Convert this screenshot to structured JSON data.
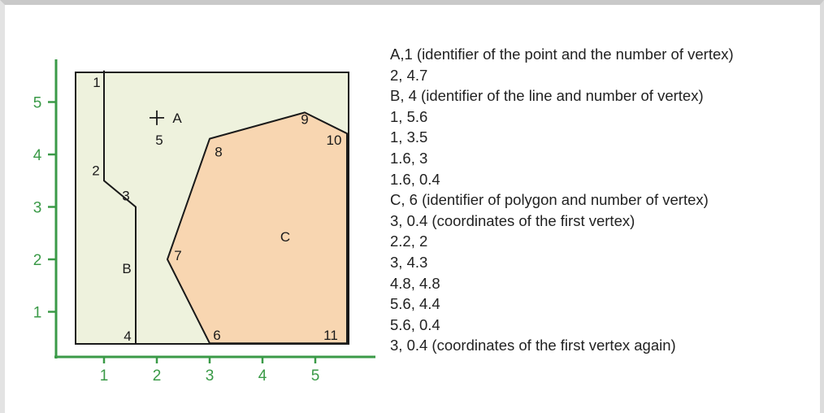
{
  "diagram": {
    "axis_color": "#3a9a47",
    "x_ticks": [
      "1",
      "2",
      "3",
      "4",
      "5"
    ],
    "y_ticks": [
      "1",
      "2",
      "3",
      "4",
      "5"
    ],
    "background_fill": "#eef2dd",
    "polygon_fill": "#f8d6b1",
    "outline_color": "#1a1a1a",
    "point": {
      "id": "A",
      "vertex_label": "5",
      "x": 2.0,
      "y": 4.7
    },
    "line": {
      "id": "B",
      "vertices": [
        {
          "label": "1",
          "x": 1.0,
          "y": 5.6
        },
        {
          "label": "2",
          "x": 1.0,
          "y": 3.5
        },
        {
          "label": "3",
          "x": 1.6,
          "y": 3.0
        },
        {
          "label": "4",
          "x": 1.6,
          "y": 0.4
        }
      ]
    },
    "polygon": {
      "id": "C",
      "vertices": [
        {
          "label": "6",
          "x": 3.0,
          "y": 0.4
        },
        {
          "label": "7",
          "x": 2.2,
          "y": 2.0
        },
        {
          "label": "8",
          "x": 3.0,
          "y": 4.3
        },
        {
          "label": "9",
          "x": 4.8,
          "y": 4.8
        },
        {
          "label": "10",
          "x": 5.6,
          "y": 4.4
        },
        {
          "label": "11",
          "x": 5.6,
          "y": 0.4
        }
      ]
    }
  },
  "list_lines": [
    "A,1 (identifier of the point and the number of vertex)",
    "2, 4.7",
    "B, 4 (identifier of the line and number of vertex)",
    "1, 5.6",
    "1, 3.5",
    "1.6, 3",
    "1.6, 0.4",
    "C, 6 (identifier of polygon and number of vertex)",
    "3, 0.4 (coordinates of the first vertex)",
    "2.2, 2",
    "3, 4.3",
    "4.8, 4.8",
    "5.6, 4.4",
    "5.6, 0.4",
    "3, 0.4 (coordinates of the first vertex again)"
  ]
}
